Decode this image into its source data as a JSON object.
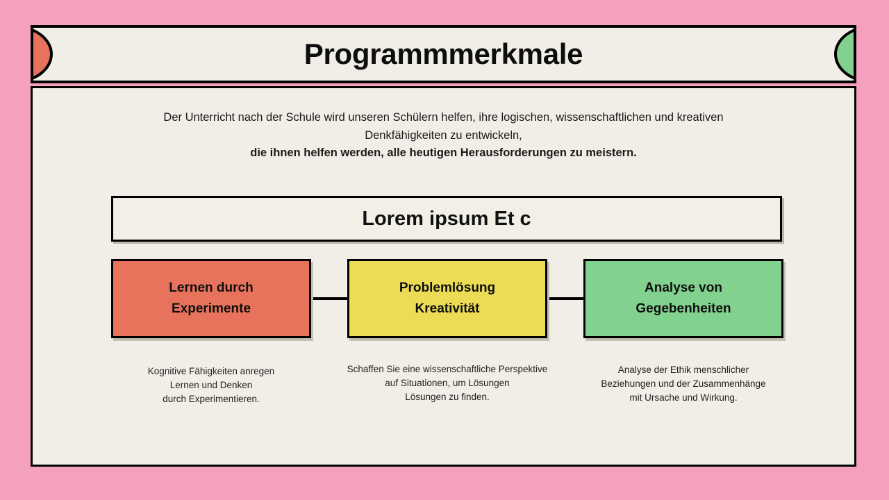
{
  "slide": {
    "background_color": "#F5A0BE",
    "card_color": "#F0EEE6",
    "border_color": "#000000"
  },
  "header": {
    "title": "Programmmerkmale",
    "left_circle_color": "#E8735C",
    "right_circle_color": "#83D18F"
  },
  "intro": {
    "lines": [
      {
        "text": "Der Unterricht nach der Schule wird unseren Schülern helfen, ihre logischen, wissenschaftlichen und kreativen",
        "bold": false
      },
      {
        "text": "Denkfähigkeiten zu entwickeln,",
        "bold": false
      },
      {
        "text": "die ihnen helfen werden, alle heutigen Herausforderungen zu meistern.",
        "bold": true
      }
    ]
  },
  "lorem_box": {
    "text": "Lorem ipsum Et c"
  },
  "pillars": [
    {
      "label_lines": [
        "Lernen durch",
        "Experimente"
      ],
      "color": "#E8735C",
      "caption_lines": [
        "Kognitive Fähigkeiten anregen",
        "Lernen und Denken",
        "durch Experimentieren."
      ]
    },
    {
      "label_lines": [
        "Problemlösung",
        "Kreativität"
      ],
      "color": "#ECDC55",
      "caption_lines": [
        "Schaffen Sie eine wissenschaftliche Perspektive",
        "auf Situationen, um Lösungen",
        "Lösungen zu finden."
      ]
    },
    {
      "label_lines": [
        "Analyse von",
        "Gegebenheiten"
      ],
      "color": "#83D18F",
      "caption_lines": [
        "Analyse der Ethik menschlicher",
        "Beziehungen und der Zusammenhänge",
        "mit Ursache und Wirkung."
      ]
    }
  ]
}
